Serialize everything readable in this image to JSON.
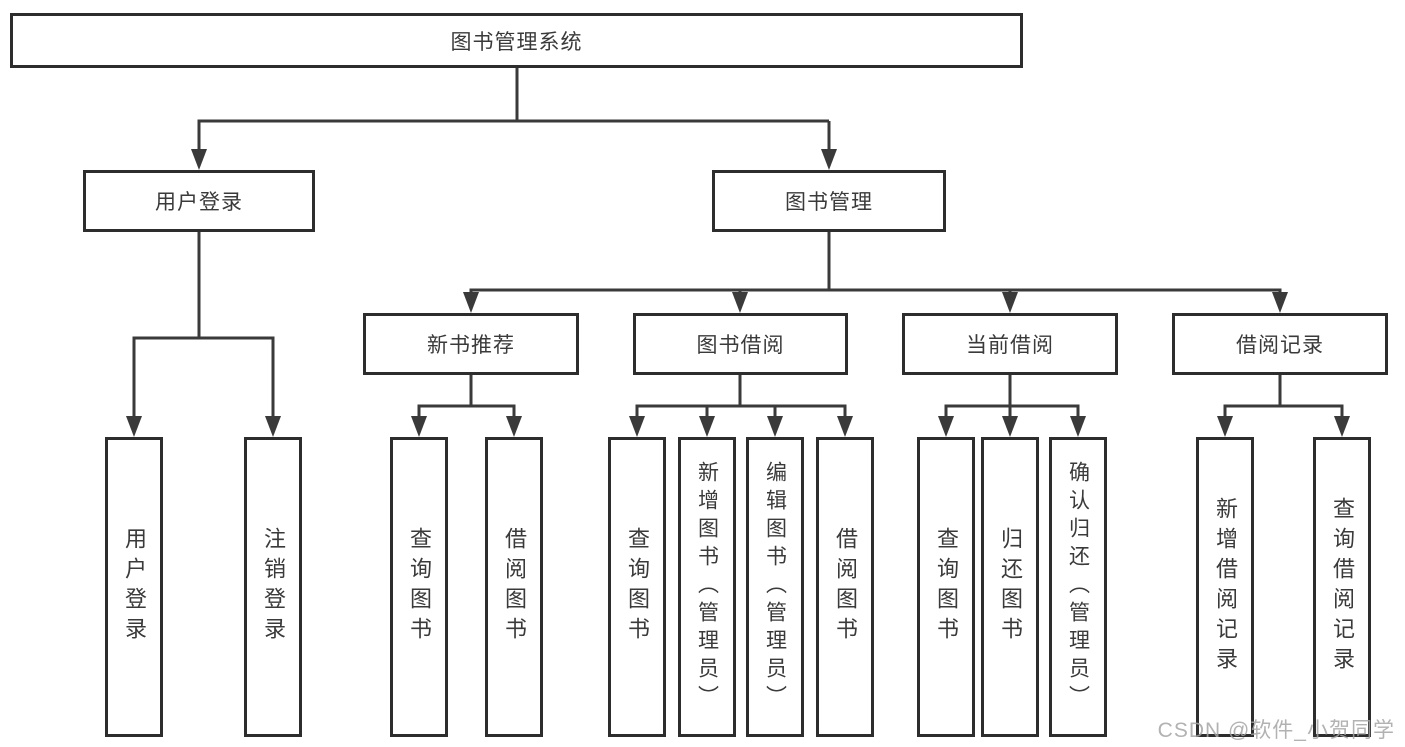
{
  "diagram_title": "图书管理系统",
  "watermark": {
    "text": "CSDN @软件_小贺同学"
  },
  "colors": {
    "background": "#ffffff",
    "box_border": "#2d2d2d",
    "line": "#3a3a3a",
    "text": "#3a3a3a",
    "watermark": "#a4a4a4"
  },
  "nodes": {
    "root": {
      "label": "图书管理系统"
    },
    "level2": {
      "user_login": {
        "label": "用户登录"
      },
      "book_management": {
        "label": "图书管理"
      }
    },
    "level3": {
      "new_book_recommend": {
        "label": "新书推荐"
      },
      "book_borrow": {
        "label": "图书借阅"
      },
      "current_borrow": {
        "label": "当前借阅"
      },
      "borrow_records": {
        "label": "借阅记录"
      }
    },
    "leaves": {
      "user_login": {
        "label": "用户登录"
      },
      "logout": {
        "label": "注销登录"
      },
      "nb_query_books": {
        "label": "查询图书"
      },
      "nb_borrow_books": {
        "label": "借阅图书"
      },
      "bb_query_books": {
        "label": "查询图书"
      },
      "bb_add_book_admin": {
        "label": "新增图书（管理员）"
      },
      "bb_edit_book_admin": {
        "label": "编辑图书（管理员）"
      },
      "bb_borrow_books": {
        "label": "借阅图书"
      },
      "cb_query_books": {
        "label": "查询图书"
      },
      "cb_return_books": {
        "label": "归还图书"
      },
      "cb_confirm_return_admin": {
        "label": "确认归还（管理员）"
      },
      "br_add_record": {
        "label": "新增借阅记录"
      },
      "br_query_record": {
        "label": "查询借阅记录"
      }
    }
  },
  "hierarchy": {
    "图书管理系统": [
      "用户登录",
      "图书管理"
    ],
    "用户登录": [
      "用户登录",
      "注销登录"
    ],
    "图书管理": [
      "新书推荐",
      "图书借阅",
      "当前借阅",
      "借阅记录"
    ],
    "新书推荐": [
      "查询图书",
      "借阅图书"
    ],
    "图书借阅": [
      "查询图书",
      "新增图书（管理员）",
      "编辑图书（管理员）",
      "借阅图书"
    ],
    "当前借阅": [
      "查询图书",
      "归还图书",
      "确认归还（管理员）"
    ],
    "借阅记录": [
      "新增借阅记录",
      "查询借阅记录"
    ]
  }
}
